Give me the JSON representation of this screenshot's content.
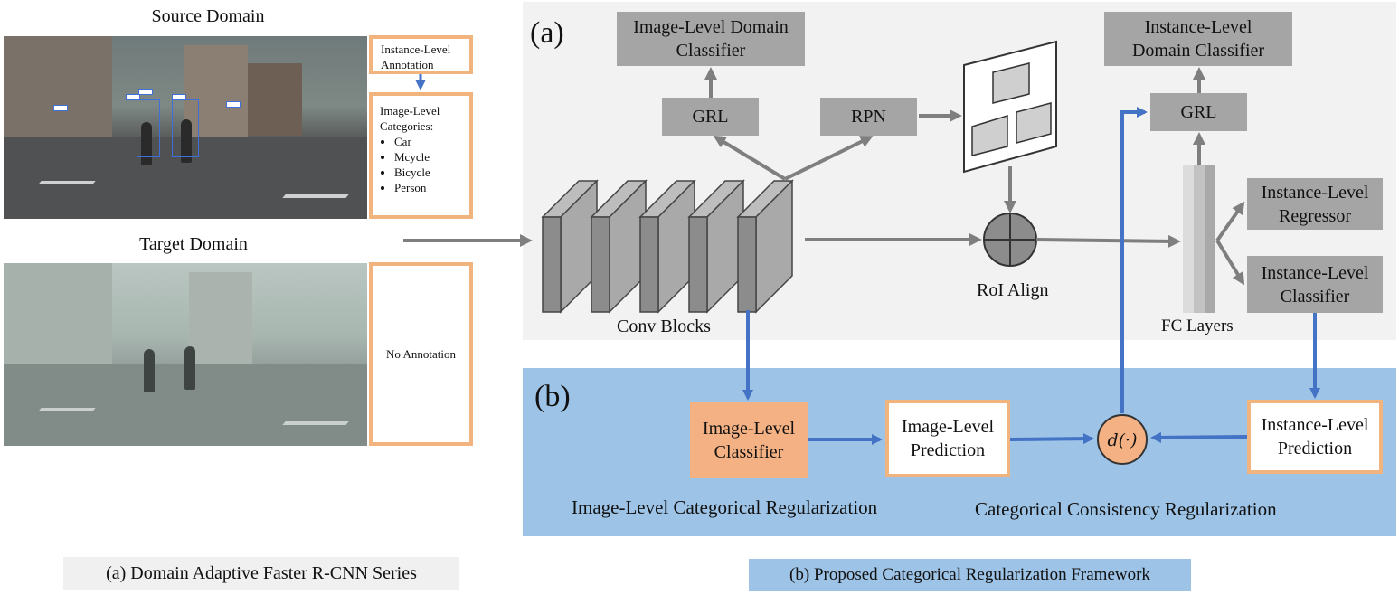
{
  "left": {
    "source_title": "Source Domain",
    "target_title": "Target Domain",
    "instance_annotation": "Instance-Level Annotation",
    "image_level_title": "Image-Level Categories:",
    "categories": [
      "Car",
      "Mcycle",
      "Bicycle",
      "Person"
    ],
    "no_annotation": "No Annotation",
    "caption": "(a) Domain Adaptive Faster R-CNN Series"
  },
  "panel_a": {
    "label": "(a)",
    "image_domain_classifier": "Image-Level Domain Classifier",
    "grl_left": "GRL",
    "rpn": "RPN",
    "instance_domain_classifier": "Instance-Level Domain Classifier",
    "grl_right": "GRL",
    "instance_regressor": "Instance-Level Regressor",
    "instance_classifier": "Instance-Level Classifier",
    "conv_blocks": "Conv Blocks",
    "roi_align": "RoI Align",
    "fc_layers": "FC Layers"
  },
  "panel_b": {
    "label": "(b)",
    "image_classifier": "Image-Level Classifier",
    "image_prediction": "Image-Level Prediction",
    "distance": "d(·)",
    "instance_prediction": "Instance-Level Prediction",
    "image_reg_caption": "Image-Level Categorical Regularization",
    "consistency_caption": "Categorical Consistency Regularization",
    "caption": "(b) Proposed Categorical Regularization Framework"
  },
  "colors": {
    "panel_a_bg": "#f2f2f2",
    "panel_b_bg": "#9dc3e6",
    "gray_box": "#a5a5a5",
    "orange_border": "#f2b47e",
    "orange_fill": "#f4b183",
    "blue_arrow": "#4472c4",
    "gray_arrow": "#7f7f7f"
  }
}
